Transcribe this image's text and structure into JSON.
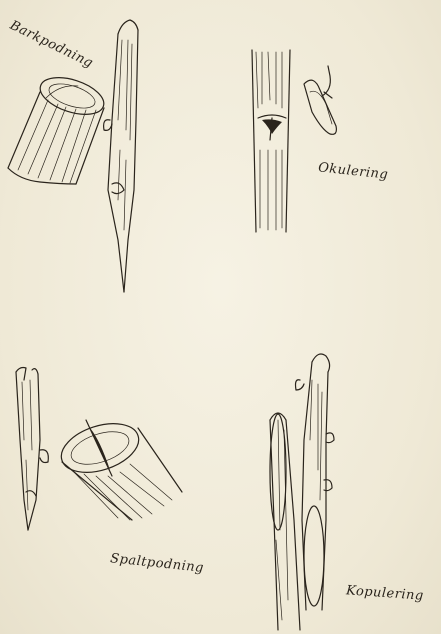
{
  "labels": {
    "barkpodning": "Barkpodning",
    "okulering": "Okulering",
    "spaltpodning": "Spaltpodning",
    "kopulering": "Kopulering"
  },
  "colors": {
    "paper": "#f2eddd",
    "ink": "#2a241c"
  }
}
